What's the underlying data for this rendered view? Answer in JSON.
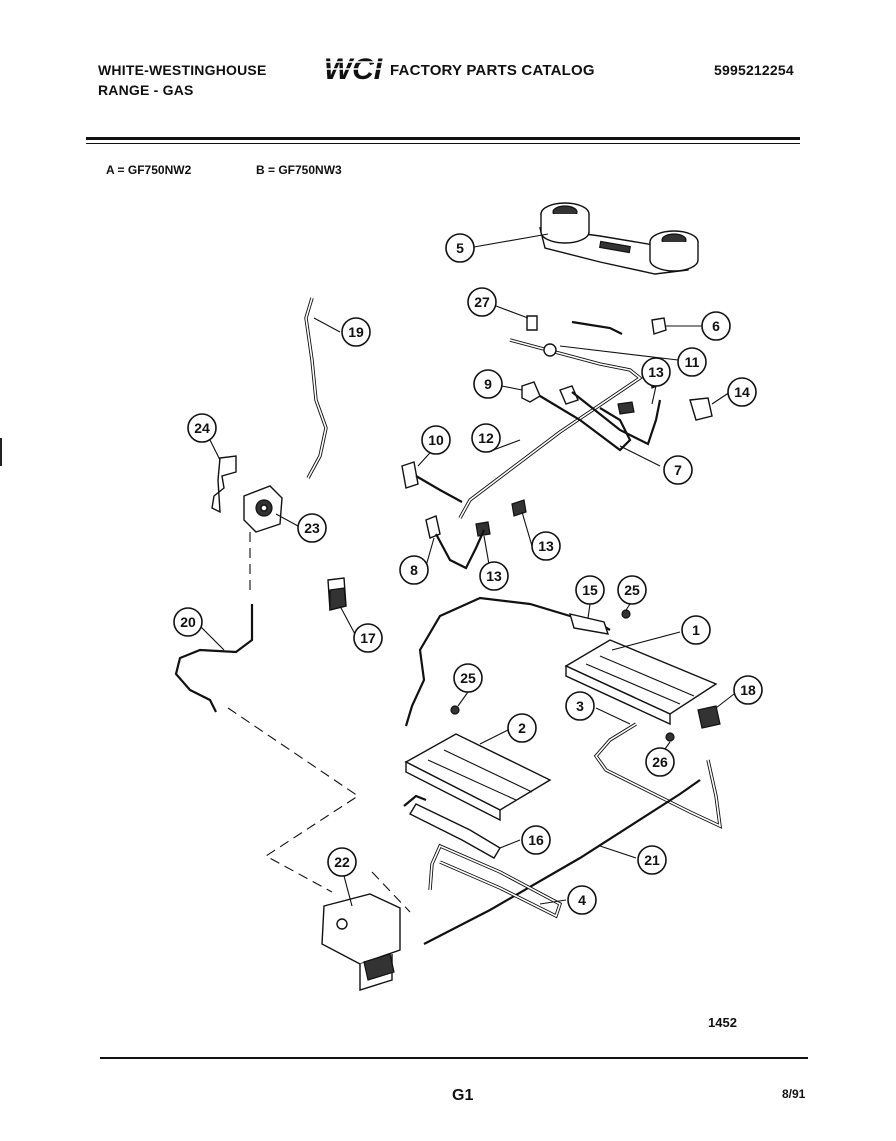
{
  "header": {
    "brand_line1": "WHITE-WESTINGHOUSE",
    "brand_line2": "RANGE - GAS",
    "logo_text": "WCI",
    "catalog_title": "FACTORY PARTS CATALOG",
    "part_number": "5995212254"
  },
  "models": {
    "a": "A = GF750NW2",
    "b": "B = GF750NW3"
  },
  "callouts": {
    "c1": "1",
    "c2": "2",
    "c3": "3",
    "c4": "4",
    "c5": "5",
    "c6": "6",
    "c7": "7",
    "c8": "8",
    "c9": "9",
    "c10": "10",
    "c11": "11",
    "c12": "12",
    "c13a": "13",
    "c13b": "13",
    "c13c": "13",
    "c14": "14",
    "c15": "15",
    "c16": "16",
    "c17": "17",
    "c18": "18",
    "c19": "19",
    "c20": "20",
    "c21": "21",
    "c22": "22",
    "c23": "23",
    "c24": "24",
    "c25a": "25",
    "c25b": "25",
    "c26": "26",
    "c27": "27"
  },
  "footer": {
    "plate_number": "1452",
    "page_label": "G1",
    "date": "8/91"
  }
}
